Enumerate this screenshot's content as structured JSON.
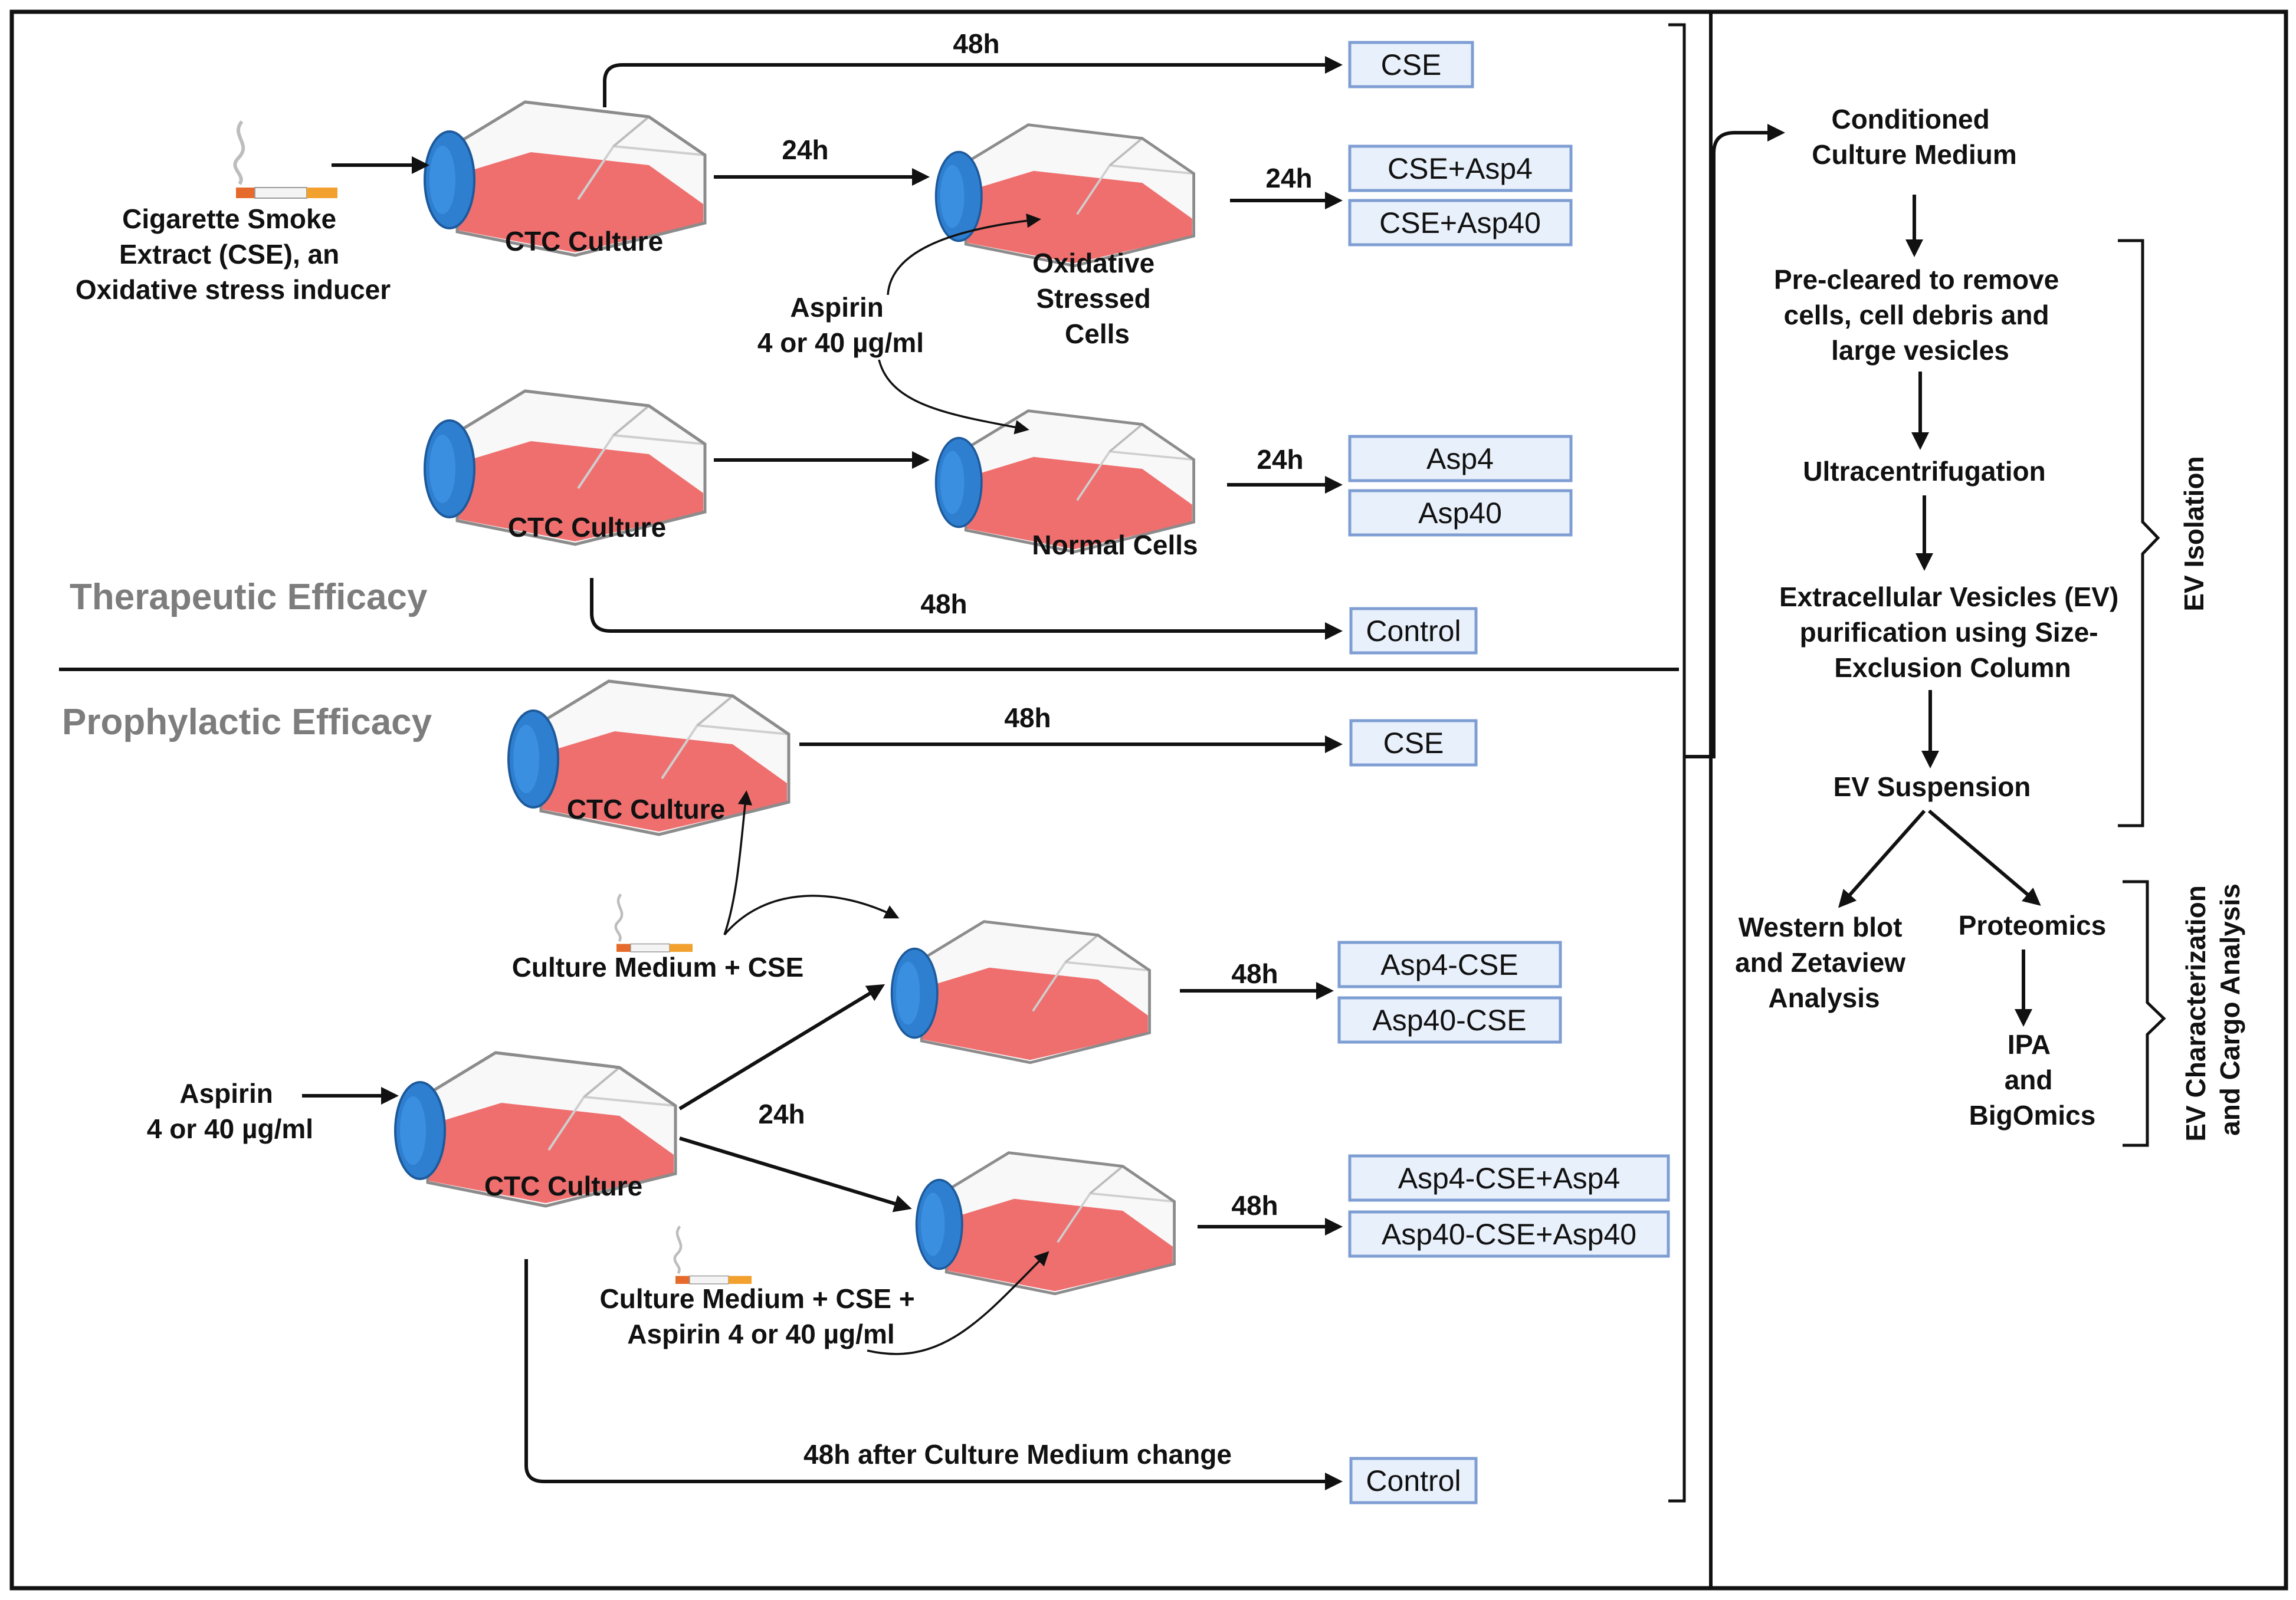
{
  "colors": {
    "outcome_box_fill": "#e8f0fb",
    "outcome_box_border": "#7e9ed3",
    "flask_cap": "#2f7fd0",
    "flask_medium": "#ef6f6f",
    "section_title": "#7d7d7d"
  },
  "icons": [
    "cell-culture-flask-icon",
    "cigarette-icon"
  ],
  "therapeutic": {
    "title": "Therapeutic Efficacy",
    "cse_source": [
      "Cigarette Smoke",
      "Extract (CSE), an",
      "Oxidative stress inducer"
    ],
    "ctc_culture": "CTC Culture",
    "ctc_culture_2": "CTC Culture",
    "aspirin": [
      "Aspirin",
      "4 or 40 µg/ml"
    ],
    "oxidative_cells": [
      "Oxidative",
      "Stressed",
      "Cells"
    ],
    "normal_cells": "Normal Cells",
    "time_48h_top": "48h",
    "time_24h_a": "24h",
    "time_24h_b": "24h",
    "time_24h_c": "24h",
    "time_48h_bottom": "48h",
    "boxes": {
      "cse": "CSE",
      "cse_asp4": "CSE+Asp4",
      "cse_asp40": "CSE+Asp40",
      "asp4": "Asp4",
      "asp40": "Asp40",
      "control": "Control"
    }
  },
  "prophylactic": {
    "title": "Prophylactic Efficacy",
    "ctc_culture_top": "CTC Culture",
    "medium_cse": "Culture Medium + CSE",
    "aspirin": [
      "Aspirin",
      "4 or 40 µg/ml"
    ],
    "ctc_culture_main": "CTC Culture",
    "medium_cse_aspirin": [
      "Culture Medium + CSE +",
      "Aspirin 4 or 40 µg/ml"
    ],
    "time_48h_top": "48h",
    "time_48h_a": "48h",
    "time_24h": "24h",
    "time_48h_b": "48h",
    "control_time": "48h after Culture Medium change",
    "boxes": {
      "cse": "CSE",
      "asp4_cse": "Asp4-CSE",
      "asp40_cse": "Asp40-CSE",
      "asp4_cse_asp4": "Asp4-CSE+Asp4",
      "asp40_cse_asp40": "Asp40-CSE+Asp40",
      "control": "Control"
    }
  },
  "workflow": {
    "conditioned": [
      "Conditioned",
      "Culture Medium"
    ],
    "precleared": [
      "Pre-cleared to remove",
      "cells, cell debris and",
      "large vesicles"
    ],
    "ultracentrifugation": "Ultracentrifugation",
    "ev_purification": [
      "Extracellular Vesicles (EV)",
      "purification using Size-",
      "Exclusion Column"
    ],
    "ev_suspension": "EV Suspension",
    "western_blot": [
      "Western blot",
      "and Zetaview",
      "Analysis"
    ],
    "proteomics": "Proteomics",
    "ipa": [
      "IPA",
      "and",
      "BigOmics"
    ],
    "ev_isolation": "EV Isolation",
    "ev_characterization": [
      "EV Characterization",
      "and Cargo Analysis"
    ]
  }
}
